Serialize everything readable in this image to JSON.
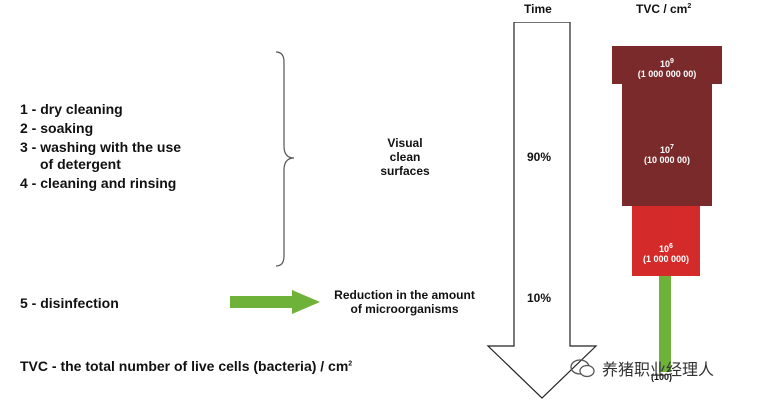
{
  "header": {
    "time_label": "Time",
    "tvc_label": "TVC / cm",
    "tvc_sup": "2"
  },
  "steps": [
    {
      "line1": "1 - dry cleaning"
    },
    {
      "line1": "2 - soaking"
    },
    {
      "line1": "3 - washing with the use",
      "line2": "of detergent"
    },
    {
      "line1": "4 - cleaning and rinsing"
    }
  ],
  "disinfection": "5 - disinfection",
  "visual": {
    "l1": "Visual",
    "l2": "clean",
    "l3": "surfaces"
  },
  "reduction": {
    "l1": "Reduction in the amount",
    "l2": "of microorganisms"
  },
  "percent_top": "90%",
  "percent_bottom": "10%",
  "bars": [
    {
      "base": "10",
      "exp": "9",
      "value": "(1 000 000 00)",
      "color": "#7a2a2a"
    },
    {
      "base": "10",
      "exp": "7",
      "value": "(10 000 00)",
      "color": "#7a2a2a"
    },
    {
      "base": "10",
      "exp": "6",
      "value": "(1 000 000)",
      "color": "#d42a2a"
    },
    {
      "value": "(100)",
      "color": "#6fb23a"
    }
  ],
  "note": {
    "text": "TVC - the total number of live cells (bacteria) / cm",
    "sup": "2"
  },
  "watermark": "养猪职业经理人",
  "colors": {
    "green": "#6fb23a",
    "dark_red": "#7a2a2a",
    "red": "#d42a2a"
  }
}
